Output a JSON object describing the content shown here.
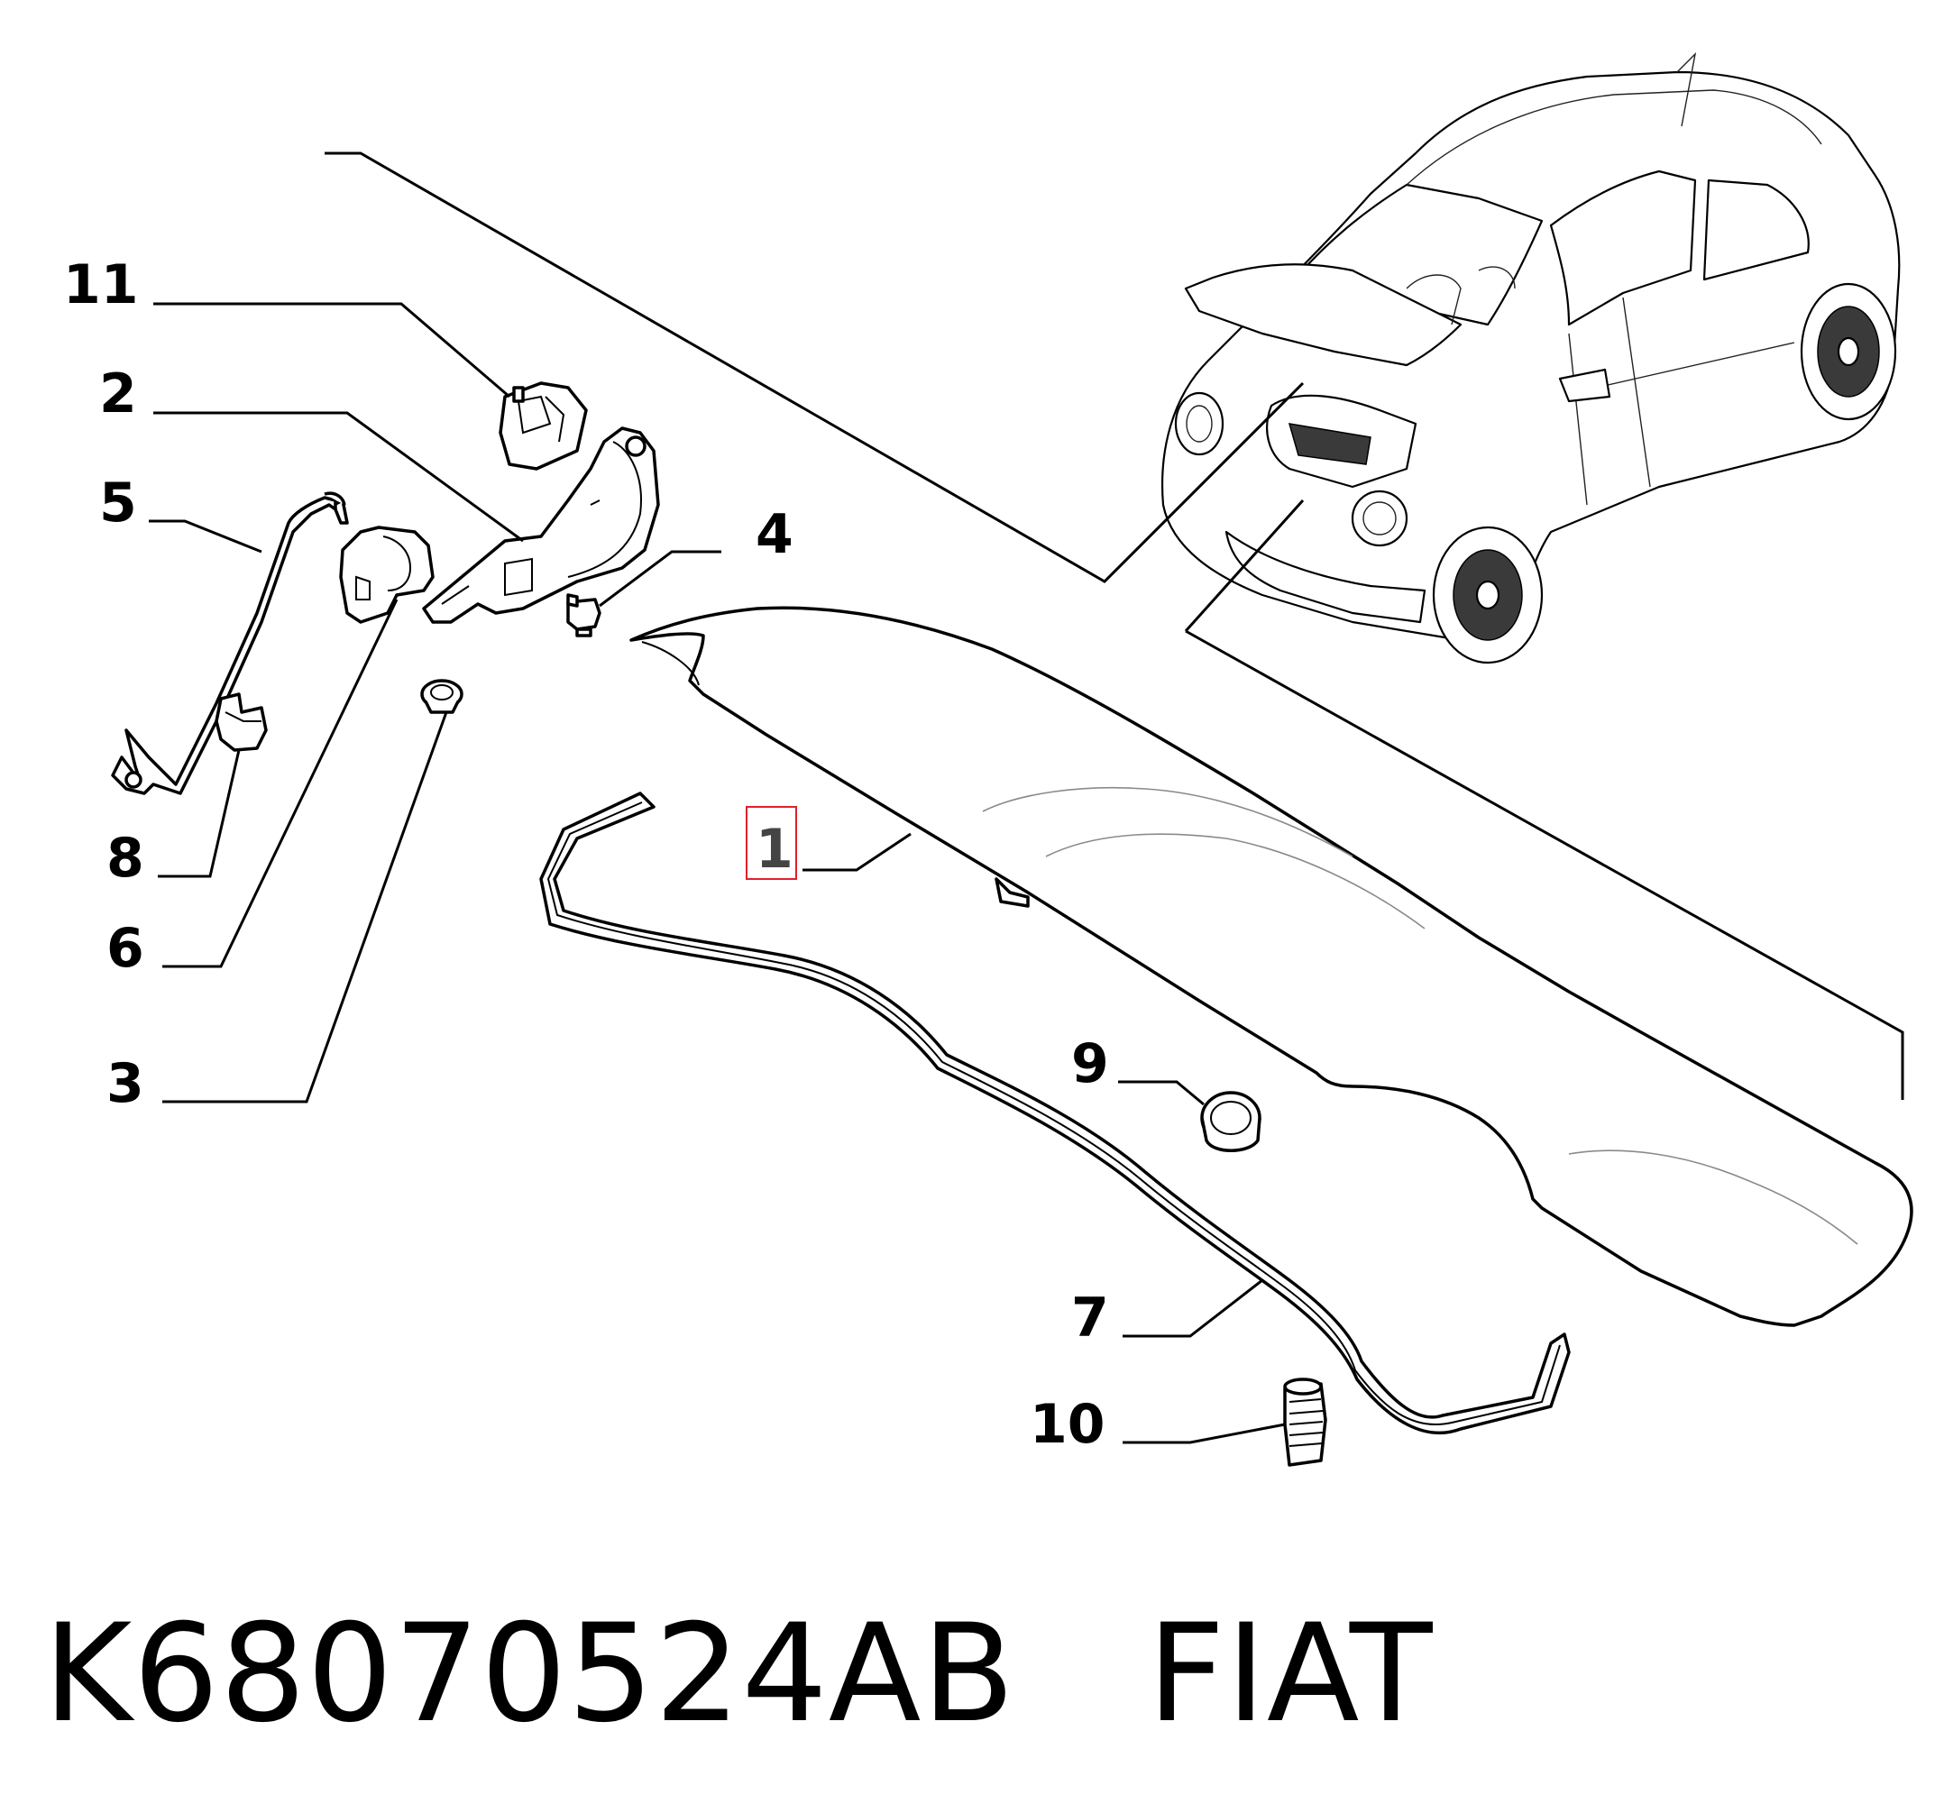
{
  "diagram": {
    "callouts": {
      "c1": "1",
      "c2": "2",
      "c3": "3",
      "c4": "4",
      "c5": "5",
      "c6": "6",
      "c7": "7",
      "c8": "8",
      "c9": "9",
      "c10": "10",
      "c11": "11"
    },
    "highlighted_callout": "1",
    "colors": {
      "highlight": "#e0202a",
      "ink": "#000000"
    }
  },
  "footer": {
    "part_number": "K68070524AB",
    "brand": "FIAT"
  }
}
